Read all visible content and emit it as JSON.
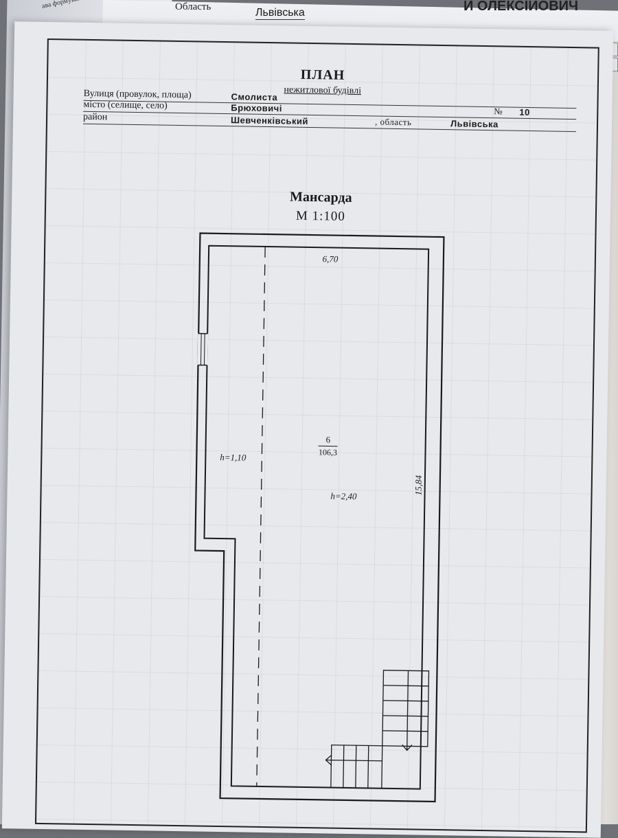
{
  "background_sheet": {
    "strip_text": "ава формування вик",
    "oblast_label": "Область",
    "oblast_value": "Львівська",
    "owner_name_fragment": "И ОЛЕКСІЙОВИЧ"
  },
  "document": {
    "title": "ПЛАН",
    "subtitle": "нежитлової будівлі",
    "fields": {
      "street_label": "Вулиця (провулок, площа)",
      "street_value": "Смолиста",
      "number_label": "№",
      "number_value": "10",
      "city_label": "місто (селище, село)",
      "city_value": "Брюховичі",
      "district_label": "район",
      "district_value": "Шевченківський",
      "region_label": ", область",
      "region_value": "Львівська"
    }
  },
  "plan": {
    "floor_name": "Мансарда",
    "scale": "М 1:100",
    "dimension_top": "6,70",
    "dimension_side": "15,84",
    "room_number": "6",
    "room_area": "106,3",
    "height_low": "h=1,10",
    "height_main": "h=2,40"
  }
}
